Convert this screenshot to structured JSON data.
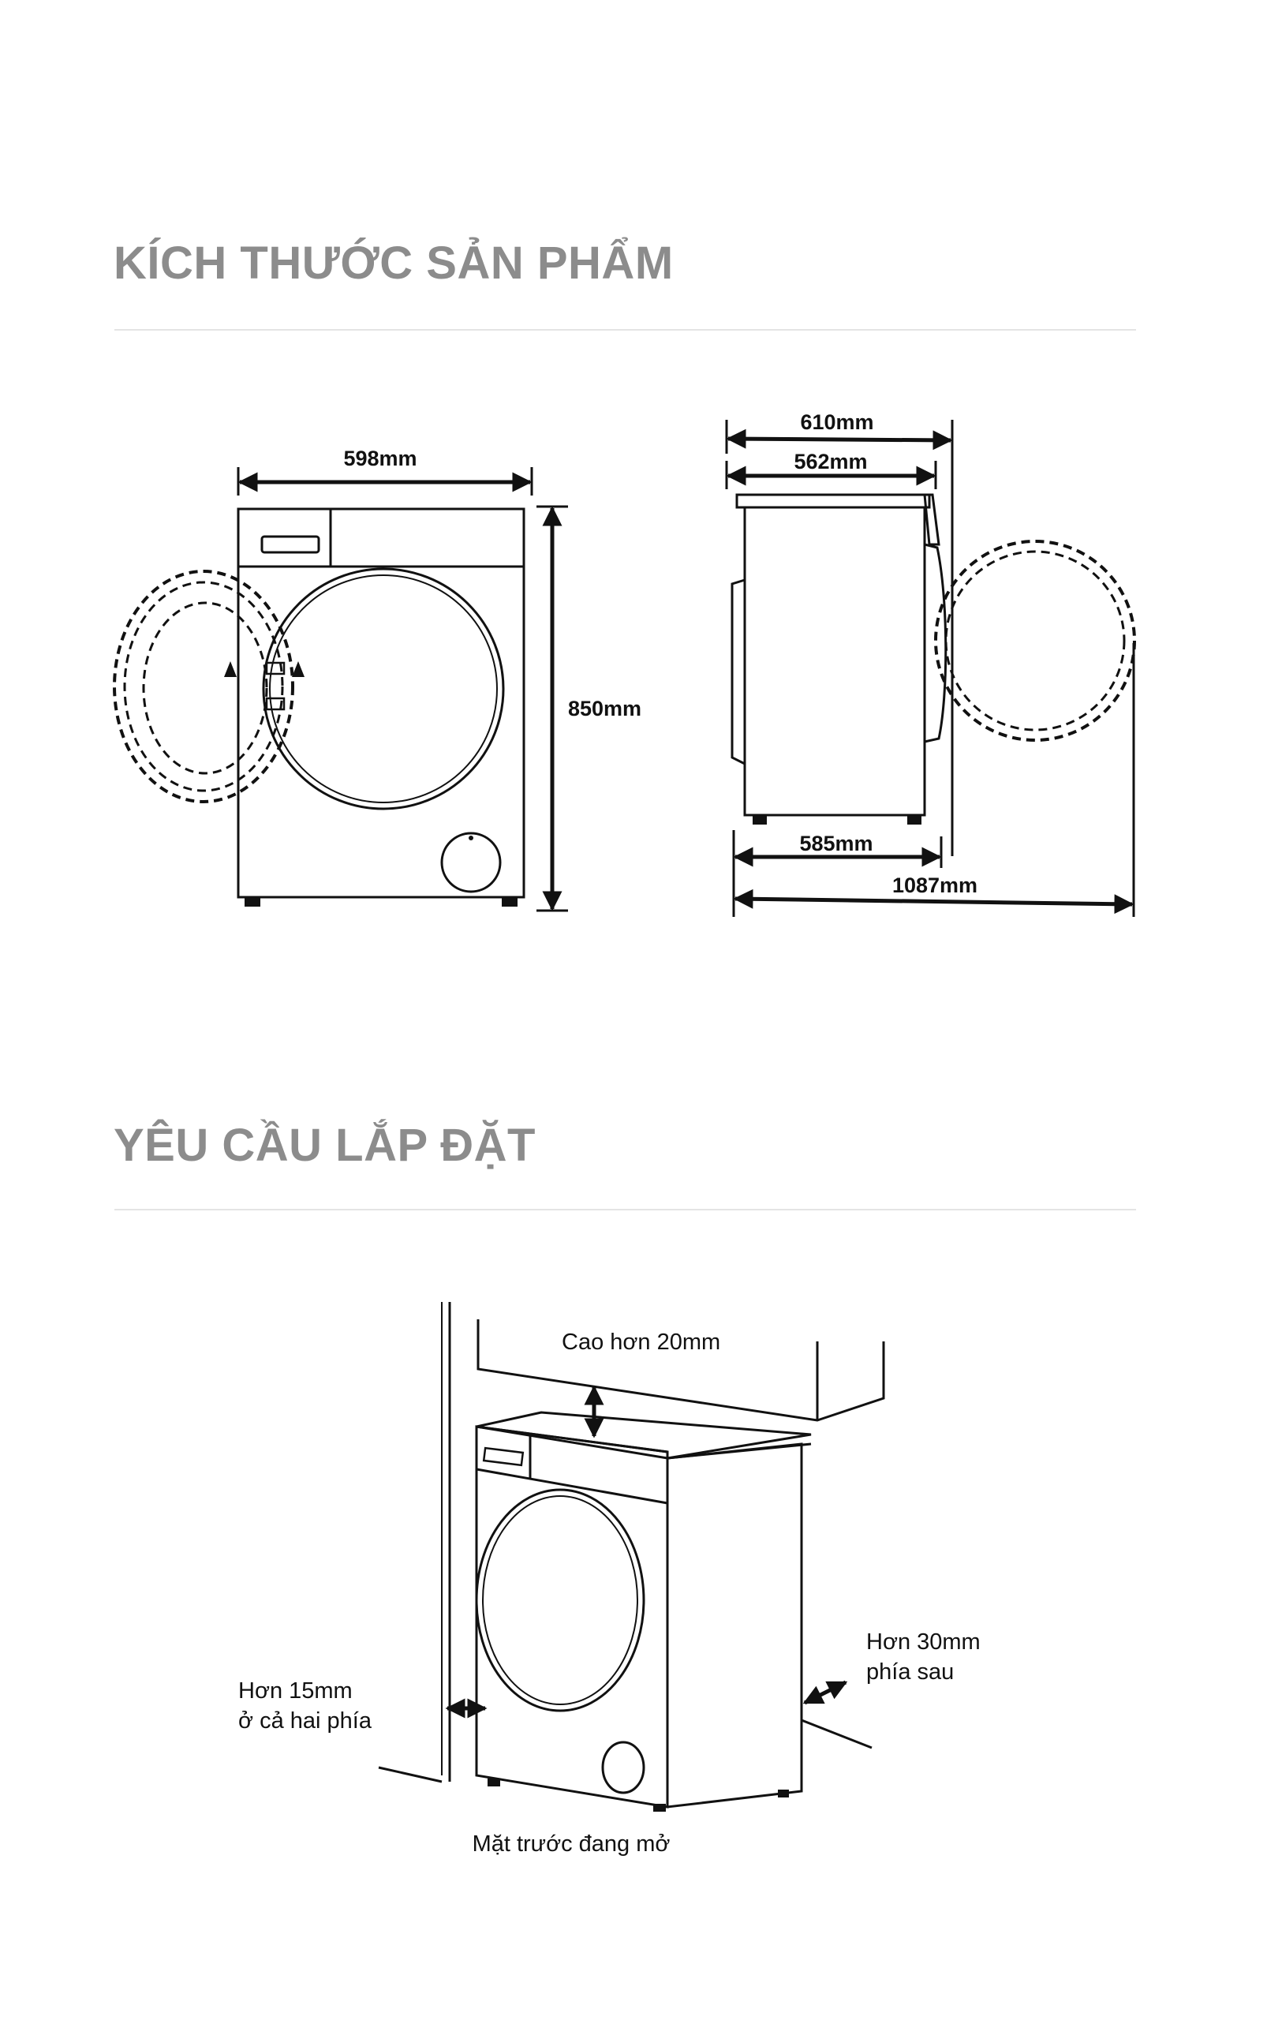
{
  "sections": {
    "dimensions": {
      "title": "KÍCH THƯỚC SẢN PHẨM",
      "front": {
        "width": "598mm",
        "height": "850mm"
      },
      "side": {
        "top_width": "610mm",
        "body_width": "562mm",
        "base_depth": "585mm",
        "door_open_depth": "1087mm"
      }
    },
    "installation": {
      "title": "YÊU CẦU LẮP ĐẶT",
      "top_gap": "Cao hơn 20mm",
      "side_gap_line1": "Hơn 15mm",
      "side_gap_line2": "ở cả hai phía",
      "rear_gap_line1": "Hơn 30mm",
      "rear_gap_line2": "phía sau",
      "front_note": "Mặt trước đang mở"
    }
  },
  "colors": {
    "heading": "#8c8c8c",
    "divider": "#e4e4e4",
    "line": "#111111"
  }
}
